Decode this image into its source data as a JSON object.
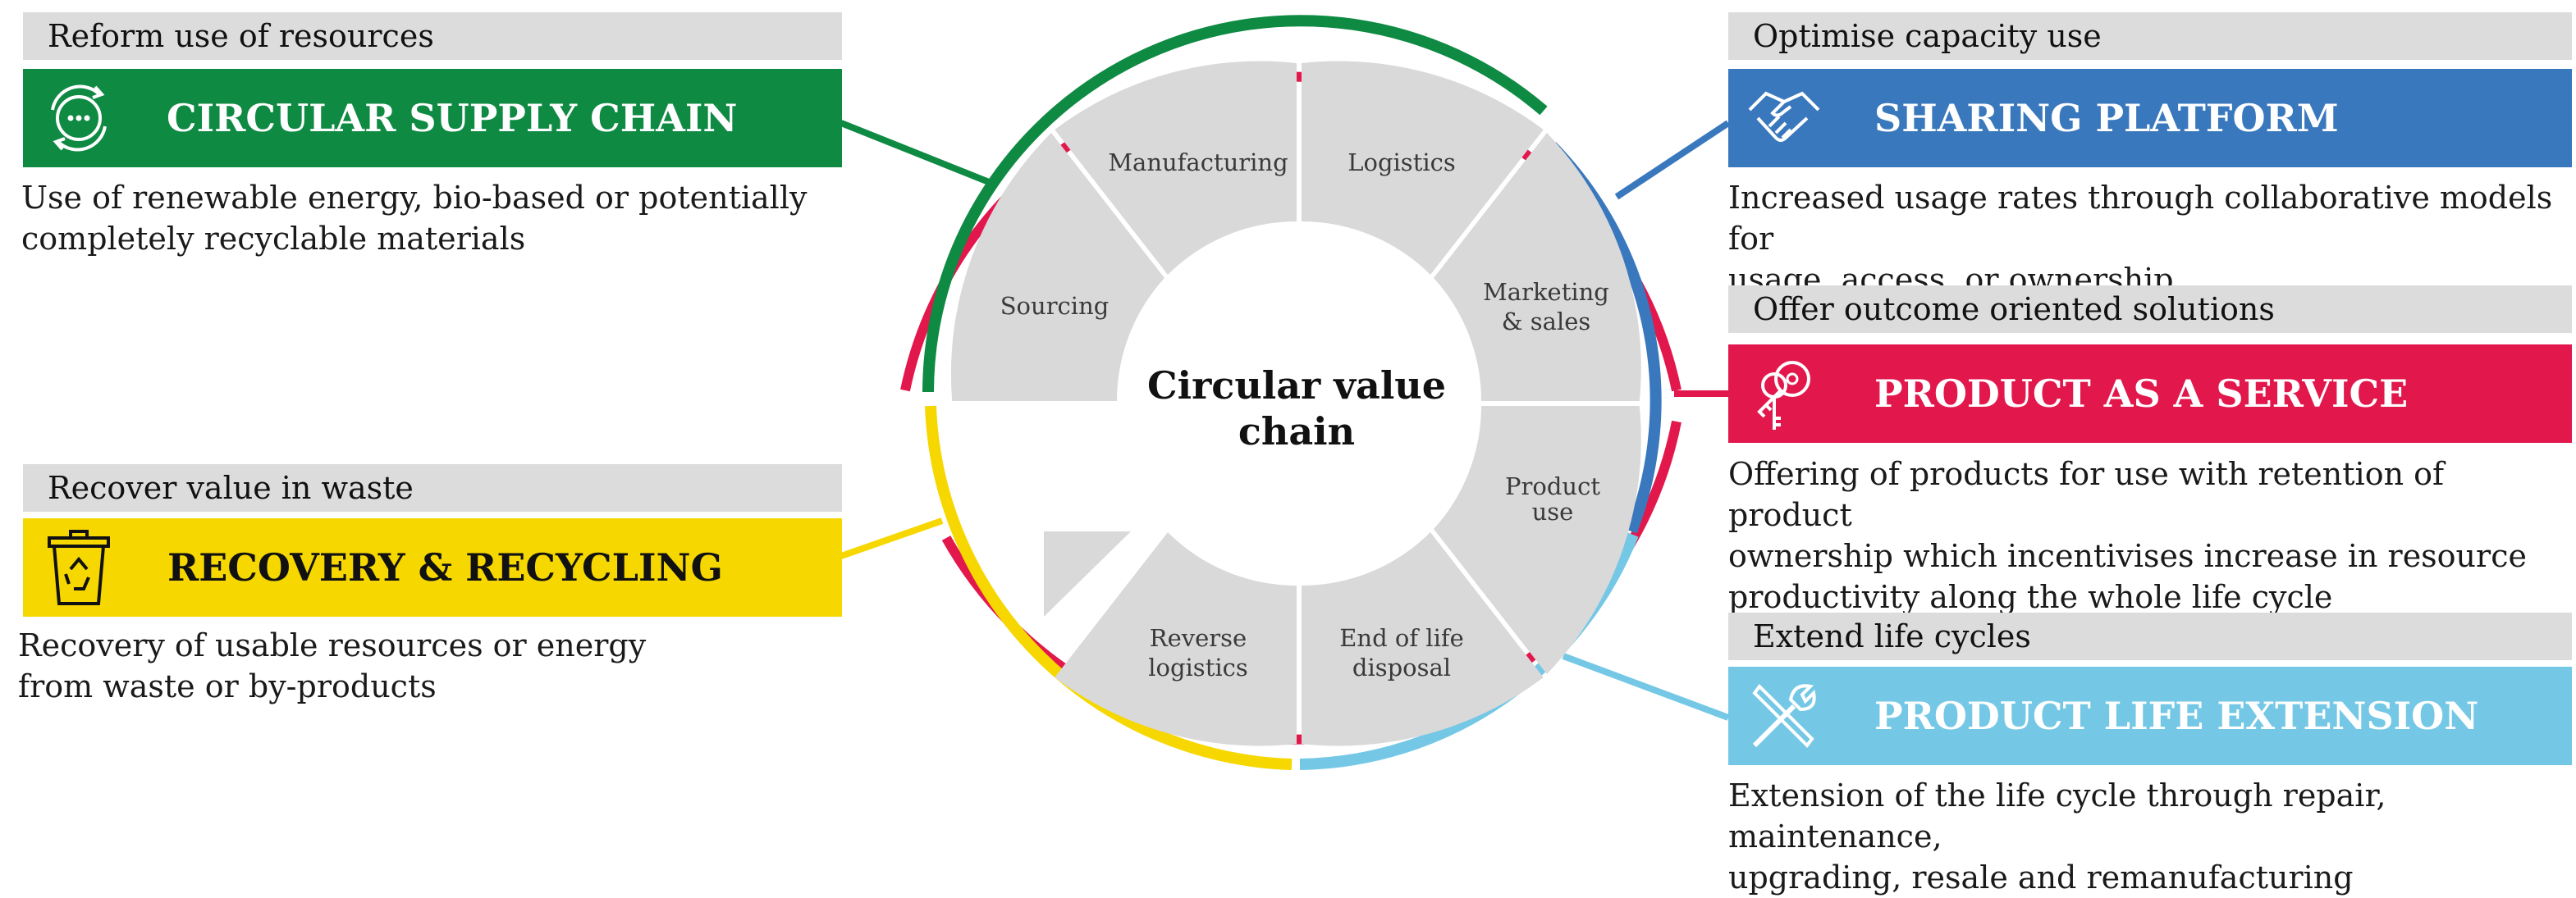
{
  "colors": {
    "green": "#0e8a43",
    "blue": "#3a78bd",
    "red": "#e2184d",
    "yellow": "#f6d700",
    "lightblue": "#74c8e6",
    "segment": "#d9d9d9"
  },
  "center": {
    "line1": "Circular value",
    "line2": "chain"
  },
  "segments": {
    "manufacturing": "Manufacturing",
    "logistics": "Logistics",
    "marketing_1": "Marketing",
    "marketing_2": "& sales",
    "product_use_1": "Product",
    "product_use_2": "use",
    "end_of_life_1": "End of life",
    "end_of_life_2": "disposal",
    "reverse_1": "Reverse",
    "reverse_2": "logistics",
    "sourcing": "Sourcing"
  },
  "models": {
    "circular_supply": {
      "category": "Reform use of resources",
      "title": "CIRCULAR SUPPLY CHAIN",
      "icon": "recycle-circle-icon",
      "desc_1": "Use of renewable energy, bio-based or potentially",
      "desc_2": "completely recyclable materials"
    },
    "recovery": {
      "category": "Recover value in waste",
      "title": "RECOVERY & RECYCLING",
      "icon": "recycling-bin-icon",
      "desc_1": "Recovery of usable resources or energy",
      "desc_2": "from waste or by-products"
    },
    "sharing": {
      "category": "Optimise capacity use",
      "title": "SHARING PLATFORM",
      "icon": "handshake-icon",
      "desc_1": "Increased usage rates through collaborative models for",
      "desc_2": "usage, access, or ownership"
    },
    "paas": {
      "category": "Offer outcome oriented solutions",
      "title": "PRODUCT AS A SERVICE",
      "icon": "keys-icon",
      "desc_1": "Offering of products for use with retention of product",
      "desc_2": "ownership which incentivises increase in resource",
      "desc_3": "productivity along the whole life cycle"
    },
    "life_extension": {
      "category": "Extend life cycles",
      "title": "PRODUCT LIFE EXTENSION",
      "icon": "tools-icon",
      "desc_1": "Extension of the life cycle through repair, maintenance,",
      "desc_2": "upgrading, resale and remanufacturing"
    }
  }
}
